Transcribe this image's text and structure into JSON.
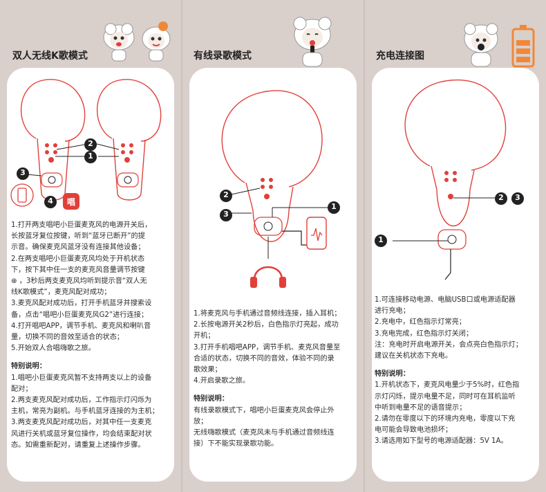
{
  "panels": [
    {
      "title": "双人无线K歌模式",
      "callouts": [
        "1",
        "2",
        "3",
        "4"
      ],
      "app_icon_text": "唱",
      "steps": [
        "1.打开两支唱吧小巨蛋麦克风的电源开关后，",
        "长按蓝牙复位按键，听到“蓝牙已断开”的提",
        "示音。确保麦克风蓝牙没有连接其他设备；",
        "2.在两支唱吧小巨蛋麦克风均处于开机状态",
        "下，按下其中任一支的麦克风音量调节按键",
        "⊕ ，3秒后两支麦克风均听到提示音“双人无",
        "线K歌模式”，麦克风配对成功；",
        "3.麦克风配对成功后，打开手机蓝牙并搜索设",
        "备，点击“唱吧小巨蛋麦克风G2”进行连接；",
        "4.打开唱吧APP，调节手机、麦克风和喇叭音",
        "量，切换不同的音效至适合的状态；",
        "5.开始双人合唱嗨歌之旅。"
      ],
      "note_title": "特别说明：",
      "notes": [
        "1.唱吧小巨蛋麦克风暂不支持两支以上的设备",
        "配对；",
        "2.两支麦克风配对成功后，工作指示灯闪烁为",
        "主机，常亮为副机。与手机蓝牙连接的为主机；",
        "3.两支麦克风配对成功后，对其中任一支麦克",
        "风进行关机或蓝牙复位操作，均会结束配对状",
        "态。如需重新配对，请重复上述操作步骤。"
      ]
    },
    {
      "title": "有线录歌模式",
      "callouts": [
        "2",
        "3",
        "1"
      ],
      "steps": [
        "1.将麦克风与手机通过音频线连接，插入耳机；",
        "2.长按电源开关2秒后，白色指示灯亮起，成功",
        "开机；",
        "3.打开手机唱吧APP，调节手机、麦克风音量至",
        "合适的状态，切换不同的音效，体验不同的录",
        "歌效果；",
        "4.开启录歌之旅。"
      ],
      "note_title": "特别说明：",
      "notes": [
        "有线录歌模式下，唱吧小巨蛋麦克风会停止外",
        "放；",
        "无线嗨歌模式（麦克风未与手机通过音频线连",
        "接）下不能实现录歌功能。"
      ]
    },
    {
      "title": "充电连接图",
      "callouts": [
        "2",
        "3",
        "1"
      ],
      "steps": [
        "1.可连接移动电源、电脑USB口或电源适配器",
        "进行充电；",
        "2.充电中，红色指示灯常亮；",
        "3.充电完成，红色指示灯关闭；",
        "注：充电时开启电源开关，会点亮白色指示灯；",
        "建议在关机状态下充电。"
      ],
      "note_title": "特别说明：",
      "notes": [
        "1.开机状态下，麦克风电量少于5%时，红色指",
        "示灯闪烁，提示电量不足，同时可在耳机监听",
        "中听到电量不足的语音提示；",
        "2.请勿在零度以下的环境内充电，零度以下充",
        "电可能会导致电池损坏；",
        "3.请选用如下型号的电源适配器：5V  1A。"
      ]
    }
  ],
  "colors": {
    "accent_red": "#e0403a",
    "line_dark": "#222222",
    "panel_bg": "#d9cfcb",
    "battery_orange": "#f0883a"
  }
}
